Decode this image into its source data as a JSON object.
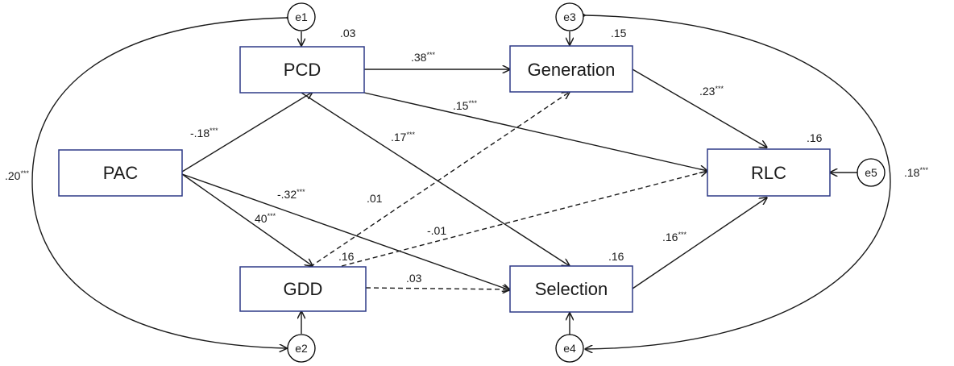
{
  "nodes": {
    "pac": {
      "label": "PAC"
    },
    "pcd": {
      "label": "PCD",
      "r2": ".03"
    },
    "gdd": {
      "label": "GDD",
      "r2": ".16"
    },
    "generation": {
      "label": "Generation",
      "r2": ".15"
    },
    "selection": {
      "label": "Selection",
      "r2": ".16"
    },
    "rlc": {
      "label": "RLC",
      "r2": ".16"
    }
  },
  "errors": {
    "e1": "e1",
    "e2": "e2",
    "e3": "e3",
    "e4": "e4",
    "e5": "e5"
  },
  "paths": {
    "pac_pcd": {
      "coef": "-.18",
      "sig": "***"
    },
    "pac_gdd": {
      "coef": "40",
      "sig": "***"
    },
    "pac_sel": {
      "coef": "-.32",
      "sig": "***"
    },
    "pcd_gen": {
      "coef": ".38",
      "sig": "***"
    },
    "pcd_rlc": {
      "coef": ".15",
      "sig": "***"
    },
    "pcd_sel": {
      "coef": ".17",
      "sig": "***"
    },
    "gdd_gen": {
      "coef": ".01",
      "sig": ""
    },
    "gdd_rlc": {
      "coef": "-.01",
      "sig": ""
    },
    "gdd_sel": {
      "coef": ".03",
      "sig": ""
    },
    "gen_rlc": {
      "coef": ".23",
      "sig": "***"
    },
    "sel_rlc": {
      "coef": ".16",
      "sig": "***"
    }
  },
  "covariances": {
    "e1_e2": {
      "coef": ".20",
      "sig": "***"
    },
    "e3_e4": {
      "coef": ".18",
      "sig": "***"
    }
  }
}
